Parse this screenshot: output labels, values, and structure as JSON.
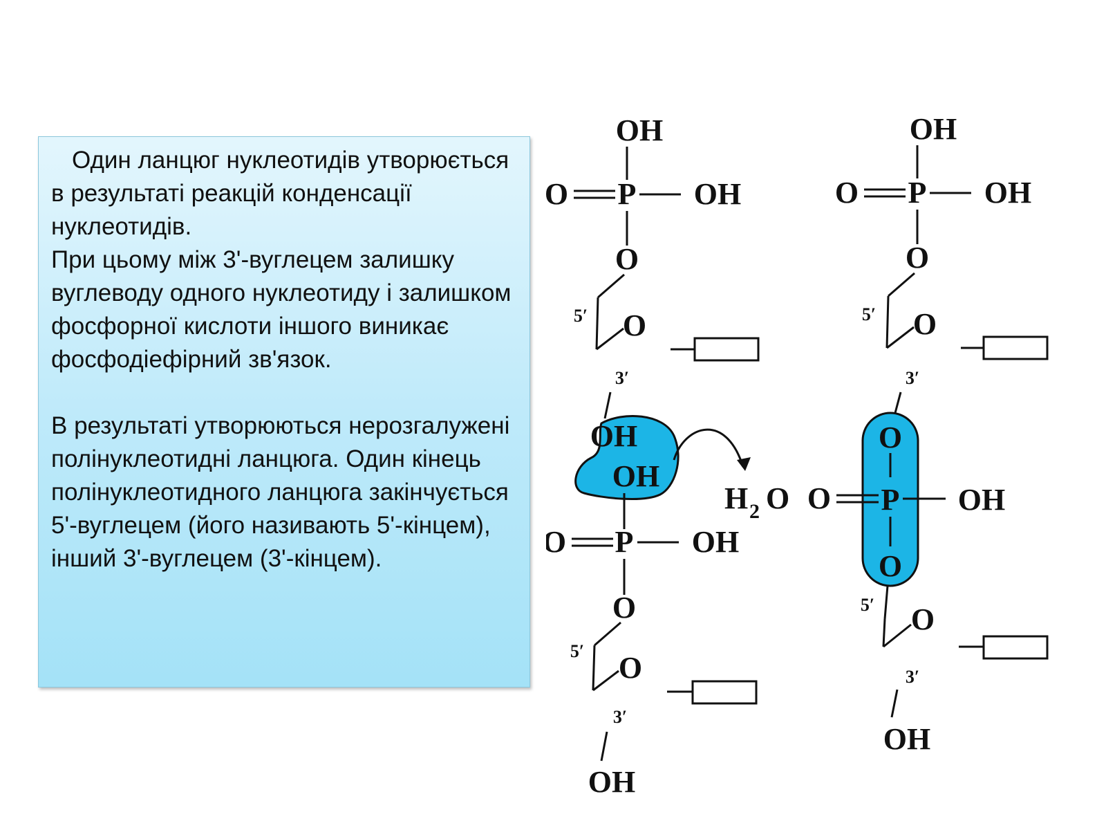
{
  "explanation": {
    "paragraph1": "Один ланцюг нуклеотидів утворюється в результаті реакцій конденсації нуклеотидів.\nПри цьому між 3'-вуглецем залишку вуглеводу одного нуклеотиду і залишком фосфорної кислоти іншого виникає фосфодіефірний зв'язок.",
    "paragraph2": "В результаті утворюються нерозгалужені полінуклеотидні ланцюга. Один кінець полінуклеотидного ланцюга закінчується 5'-вуглецем (його називають 5'-кінцем), інший 3'-вуглецем (3'-кінцем)."
  },
  "diagram": {
    "atoms": {
      "oh": "OH",
      "o": "O",
      "p": "P",
      "h": "H",
      "sub2": "2"
    },
    "carbon_labels": {
      "five_prime": "5′",
      "three_prime": "3′"
    },
    "colors": {
      "highlight": "#1cb5e6",
      "ink": "#111111",
      "box_gradient_top": "#e3f6fd",
      "box_gradient_bottom": "#a4e2f7"
    }
  }
}
